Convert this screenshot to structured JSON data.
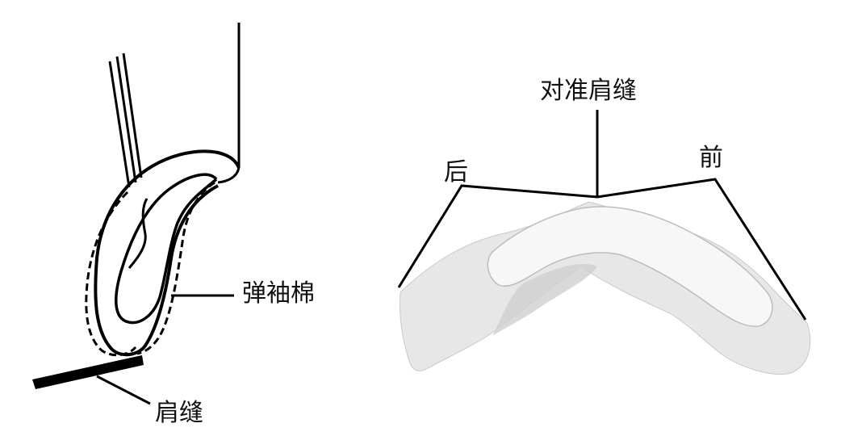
{
  "left_figure": {
    "labels": {
      "sleeve_head_padding": "弹袖棉",
      "shoulder_seam": "肩缝"
    }
  },
  "right_figure": {
    "labels": {
      "align_shoulder_seam": "对准肩缝",
      "back": "后",
      "front": "前"
    }
  },
  "colors": {
    "line": "#000000",
    "padding_fill": "#e6e6e6",
    "padding_shade": "#cfcfcf",
    "padding_light": "#f6f6f6"
  }
}
